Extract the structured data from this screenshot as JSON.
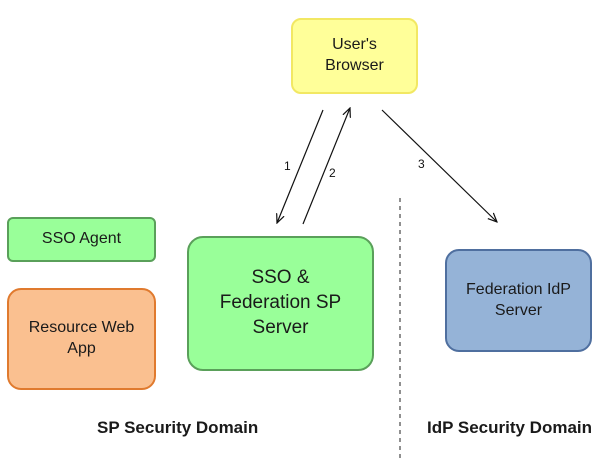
{
  "nodes": {
    "browser": {
      "label": "User's\nBrowser",
      "fill": "#ffff99",
      "border": "#f2e863"
    },
    "sso_agent": {
      "label": "SSO Agent",
      "fill": "#99ff99",
      "border": "#5aa05a"
    },
    "resource": {
      "label": "Resource Web\nApp",
      "fill": "#fac090",
      "border": "#e07a2e"
    },
    "sp_server": {
      "label": "SSO &\nFederation SP\nServer",
      "fill": "#99ff99",
      "border": "#5aa05a"
    },
    "idp_server": {
      "label": "Federation IdP\nServer",
      "fill": "#95b3d7",
      "border": "#4f6f9f"
    }
  },
  "arrows": [
    {
      "label": "1",
      "from": "browser",
      "to": "sp_server"
    },
    {
      "label": "2",
      "from": "sp_server",
      "to": "browser"
    },
    {
      "label": "3",
      "from": "browser",
      "to": "idp_server"
    }
  ],
  "domains": {
    "sp": "SP Security Domain",
    "idp": "IdP Security Domain"
  },
  "divider": {
    "style": "dashed"
  }
}
